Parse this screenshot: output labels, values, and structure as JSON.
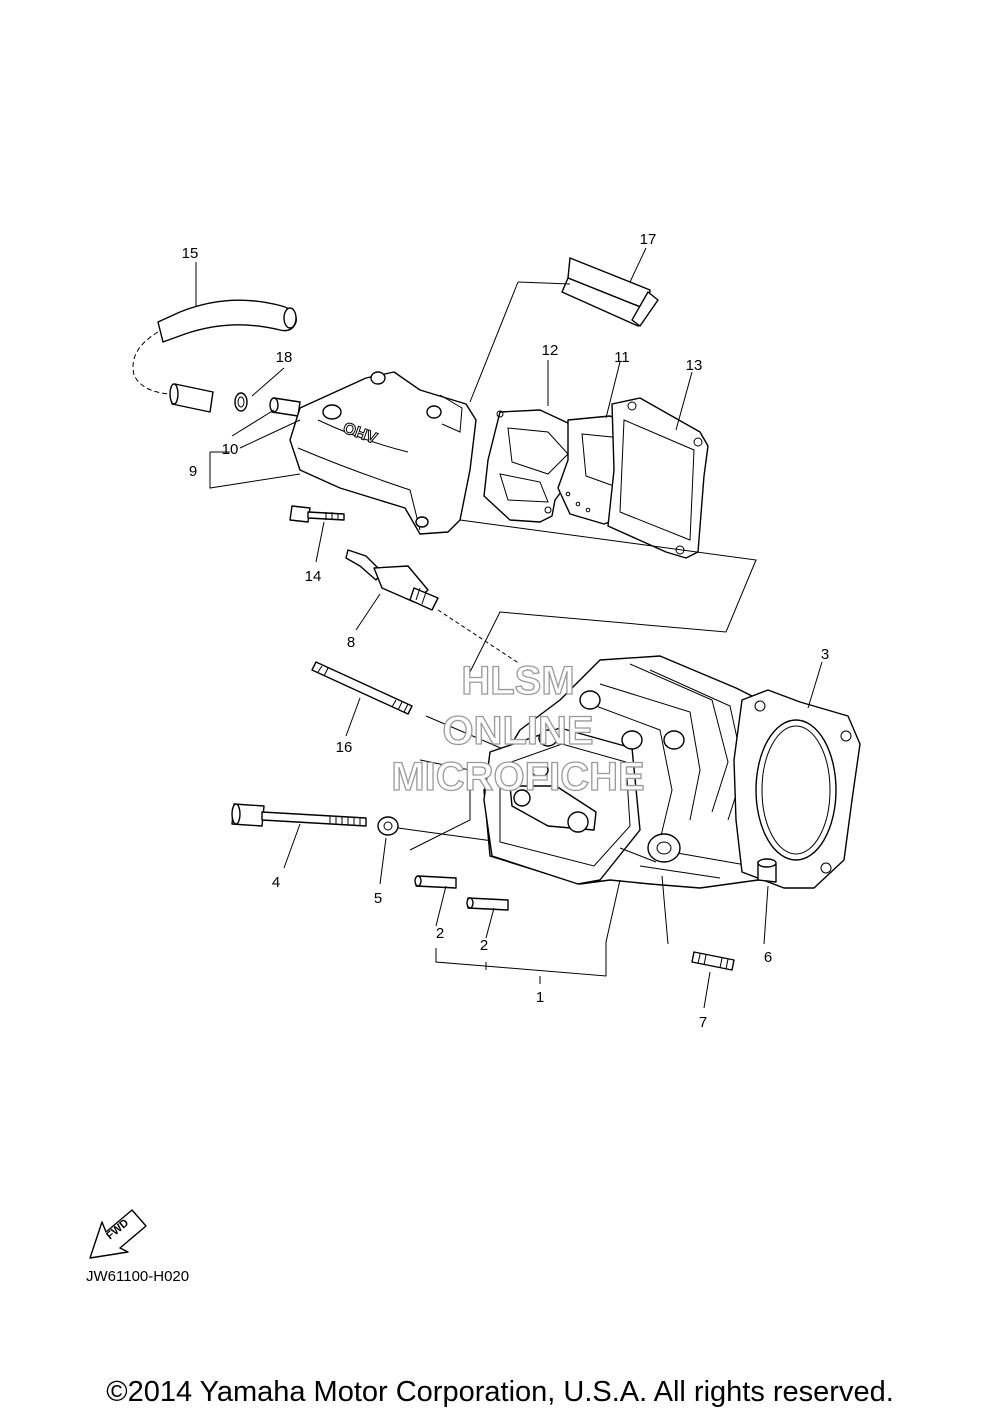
{
  "callouts": [
    "1",
    "2",
    "2",
    "3",
    "4",
    "5",
    "6",
    "7",
    "8",
    "9",
    "10",
    "11",
    "12",
    "13",
    "14",
    "15",
    "16",
    "17",
    "18"
  ],
  "watermark": [
    "HLSM",
    "ONLINE",
    "MICROFICHE"
  ],
  "fwd_label": "FWD",
  "engraving": "OHV",
  "drawing_code": "JW61100-H020",
  "copyright": "©2014 Yamaha Motor Corporation, U.S.A. All rights reserved."
}
